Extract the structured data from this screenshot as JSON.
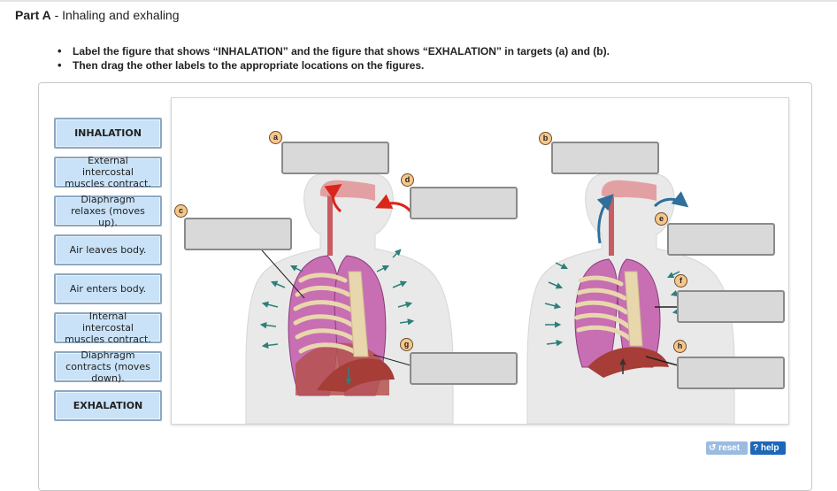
{
  "part": {
    "label": "Part A",
    "separator": " - ",
    "title": "Inhaling and exhaling"
  },
  "instructions": [
    "Label the figure that shows “INHALATION” and the figure that shows “EXHALATION” in targets (a) and (b).",
    "Then drag the other labels to the appropriate locations on the figures."
  ],
  "labels": [
    "INHALATION",
    "External intercostal muscles contract.",
    "Diaphragm relaxes (moves up).",
    "Air leaves body.",
    "Air enters body.",
    "Internal intercostal muscles contract.",
    "Diaphragm contracts (moves down).",
    "EXHALATION"
  ],
  "targets": {
    "a": "a",
    "b": "b",
    "c": "c",
    "d": "d",
    "e": "e",
    "f": "f",
    "g": "g",
    "h": "h"
  },
  "buttons": {
    "reset": "reset",
    "help": "help"
  },
  "colors": {
    "label_bg": "#c9e2f7",
    "target_bg": "#d9d9d9",
    "badge": "#f6c78b",
    "help": "#1d67b9"
  }
}
